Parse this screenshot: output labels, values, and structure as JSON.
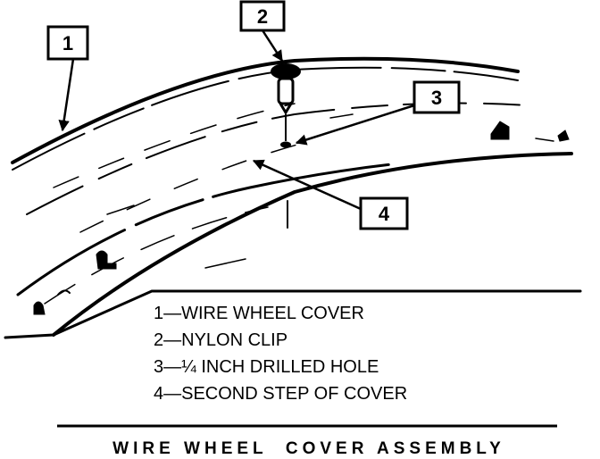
{
  "callouts": [
    "1",
    "2",
    "3",
    "4"
  ],
  "legend": [
    "1—WIRE WHEEL COVER",
    "2—NYLON CLIP",
    "3—¼ INCH DRILLED HOLE",
    "4—SECOND STEP OF COVER"
  ],
  "title": "WIRE WHEEL  COVER ASSEMBLY"
}
